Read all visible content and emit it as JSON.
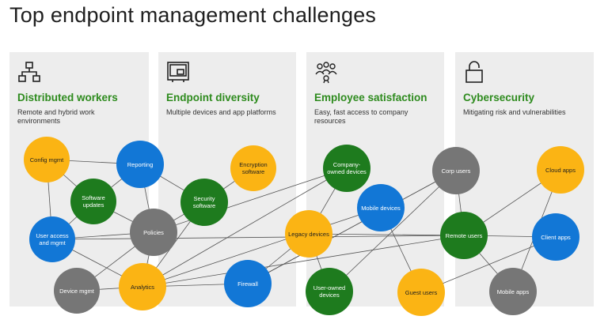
{
  "title": "Top endpoint management challenges",
  "panels": [
    {
      "title": "Distributed workers",
      "desc": "Remote and hybrid work environments",
      "icon": "org-chart-icon"
    },
    {
      "title": "Endpoint diversity",
      "desc": "Multiple devices and app platforms",
      "icon": "devices-icon"
    },
    {
      "title": "Employee satisfaction",
      "desc": "Easy, fast access to company resources",
      "icon": "people-icon"
    },
    {
      "title": "Cybersecurity",
      "desc": "Mitigating risk and vulnerabilities",
      "icon": "lock-icon"
    }
  ],
  "colors": {
    "orange": "#fbb414",
    "blue": "#1277d6",
    "green": "#1e7b1e",
    "gray": "#767676",
    "title_green": "#2e8b1e"
  },
  "nodes": {
    "config": "Config mgmt",
    "reporting": "Reporting",
    "software_updates": "Software updates",
    "user_access": "User access and mgmt",
    "policies": "Policies",
    "device_mgmt": "Device mgmt",
    "analytics": "Analytics",
    "encryption": "Encryption software",
    "security_software": "Security software",
    "firewall": "Firewall",
    "company_owned": "Company-owned devices",
    "mobile_devices": "Mobile devices",
    "legacy_devices": "Legacy devices",
    "user_owned": "User-owned devices",
    "guest_users": "Guest users",
    "corp_users": "Corp users",
    "remote_users": "Remote users",
    "cloud_apps": "Cloud apps",
    "client_apps": "Client apps",
    "mobile_apps": "Mobile apps"
  }
}
